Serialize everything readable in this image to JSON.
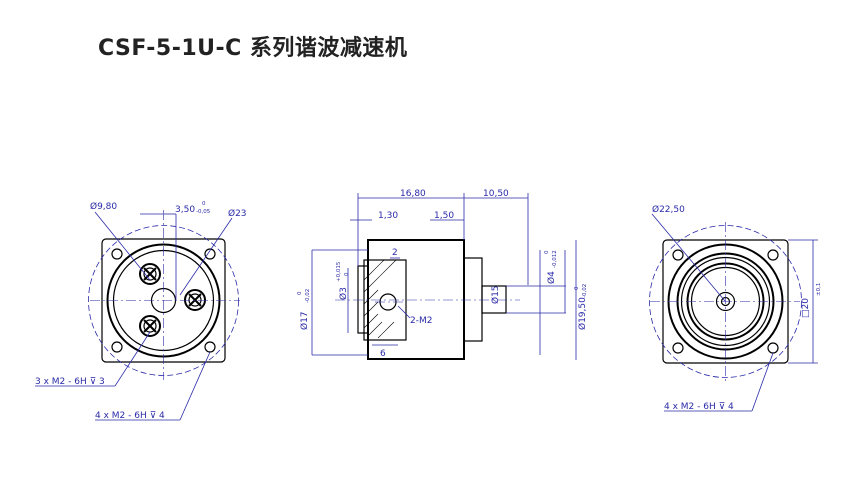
{
  "title": "CSF-5-1U-C 系列谐波减速机",
  "front_view": {
    "dia_9_80": "Ø9,80",
    "offset_3_50": "3,50",
    "offset_tol_upper": "0",
    "offset_tol_lower": "-0,05",
    "dia_23": "Ø23",
    "holes_3": "3 x  M2 - 6H ⊽ 3",
    "holes_4": "4 x  M2 - 6H ⊽ 4"
  },
  "side_view": {
    "len_16_80": "16,80",
    "len_10_50": "10,50",
    "len_1_30": "1,30",
    "len_1_50": "1,50",
    "len_2": "2",
    "dia_17": "Ø17",
    "dia_17_tol_upper": "0",
    "dia_17_tol_lower": "-0,02",
    "dia_3": "Ø3",
    "dia_3_tol_upper": "+0,015",
    "dia_3_tol_lower": "0",
    "dia_4": "Ø4",
    "dia_4_tol_upper": "0",
    "dia_4_tol_lower": "-0,012",
    "dia_15": "Ø15",
    "dia_19_50": "Ø19,50",
    "dia_19_50_tol_upper": "0",
    "dia_19_50_tol_lower": "-0,02",
    "thread_2_m2": "2-M2",
    "len_6": "6"
  },
  "rear_view": {
    "dia_22_50": "Ø22,50",
    "square_20": "□20",
    "square_tol": "±0,1",
    "holes_4": "4 x  M2 - 6H ⊽ 4"
  },
  "colors": {
    "line": "#000000",
    "dimension": "#2a2aa8",
    "title": "#222222"
  }
}
